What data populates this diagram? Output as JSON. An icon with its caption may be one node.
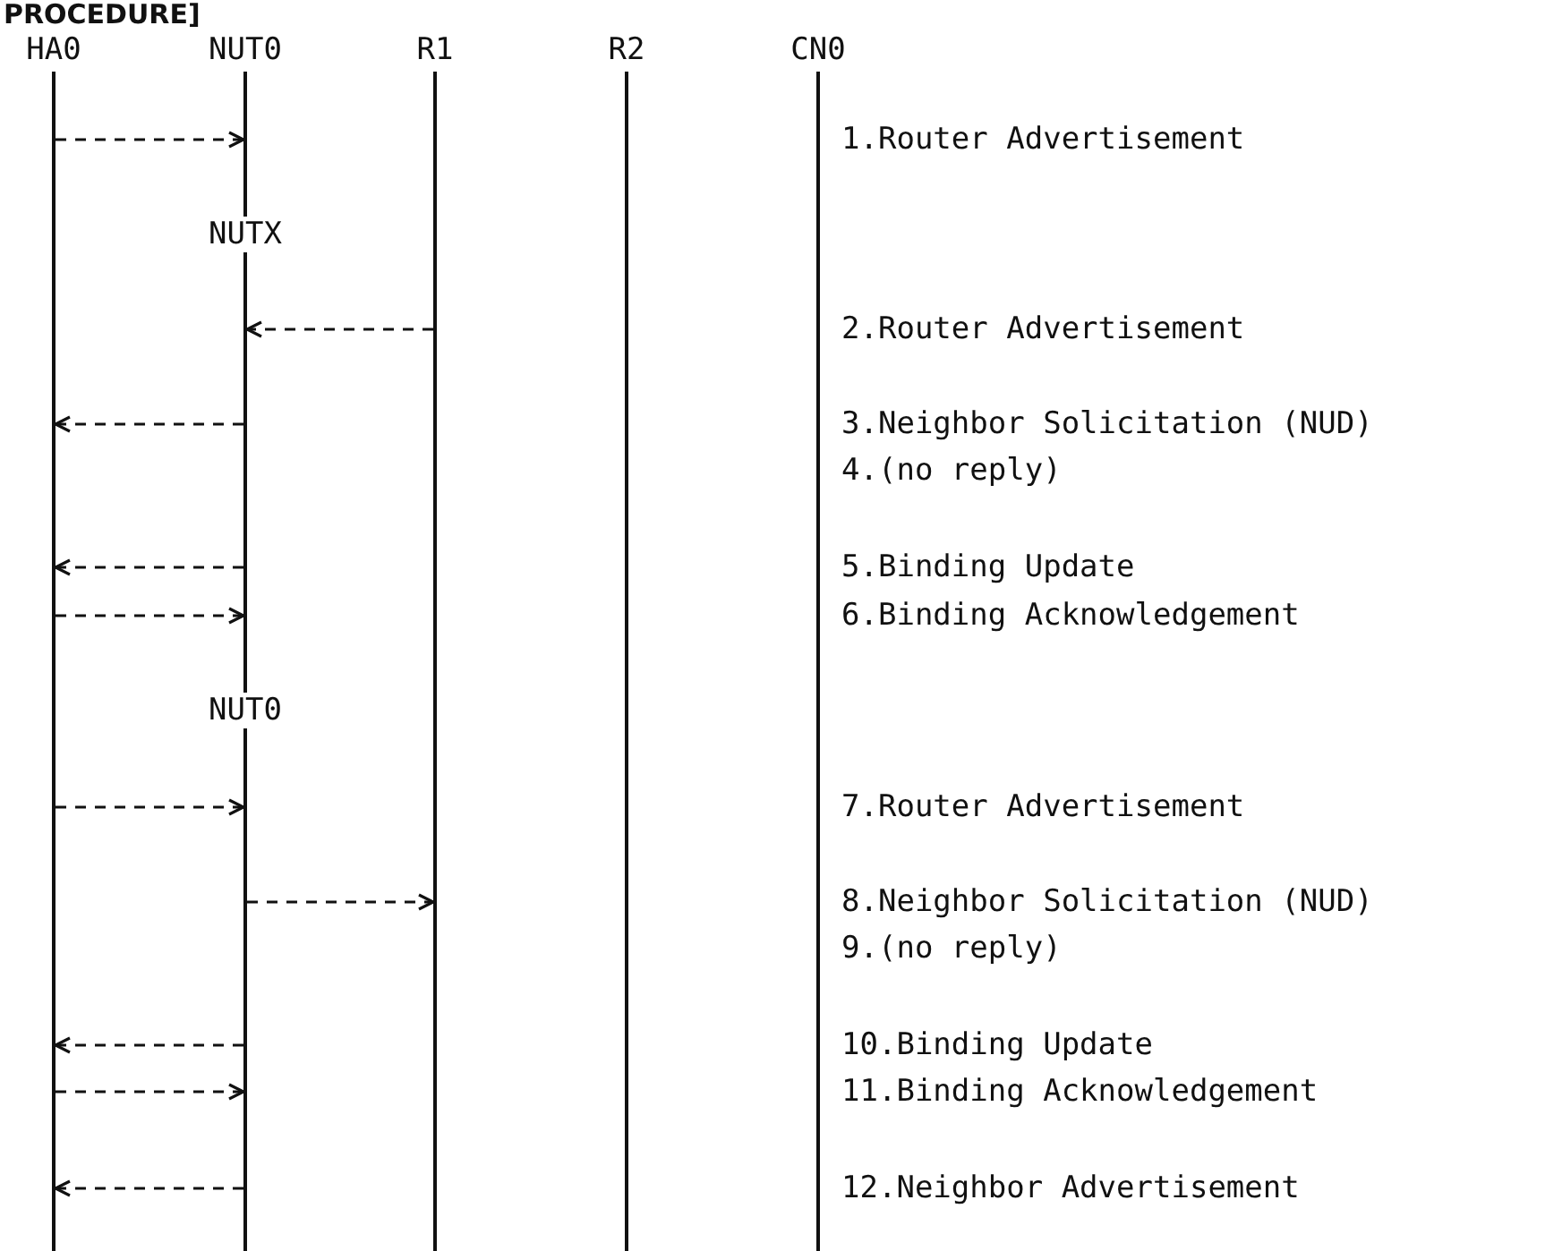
{
  "diagram": {
    "title": "PROCEDURE]",
    "nodes": [
      {
        "text": [
          "HA0"
        ]
      },
      {
        "text": [
          "NUT0"
        ]
      },
      {
        "text": [
          "R1"
        ]
      },
      {
        "text": [
          "R2"
        ]
      },
      {
        "text": [
          "CN0"
        ]
      }
    ],
    "edges": [
      {
        "from": 0,
        "to": 1,
        "arrow": "to",
        "style": "dashed"
      },
      {
        "from": 2,
        "to": 1,
        "arrow": "to",
        "style": "dashed"
      },
      {
        "from": 1,
        "to": 0,
        "arrow": "to",
        "style": "dashed"
      },
      {
        "from": 1,
        "to": 0,
        "arrow": "to",
        "style": "dashed"
      },
      {
        "from": 0,
        "to": 1,
        "arrow": "to",
        "style": "dashed"
      },
      {
        "from": 0,
        "to": 1,
        "arrow": "to",
        "style": "dashed"
      },
      {
        "from": 1,
        "to": 2,
        "arrow": "to",
        "style": "dashed"
      },
      {
        "from": 1,
        "to": 0,
        "arrow": "to",
        "style": "dashed"
      },
      {
        "from": 0,
        "to": 1,
        "arrow": "to",
        "style": "dashed"
      },
      {
        "from": 1,
        "to": 0,
        "arrow": "to",
        "style": "dashed"
      }
    ],
    "labels": [
      "1.Router Advertisement",
      "NUTX",
      "2.Router Advertisement",
      "3.Neighbor Solicitation (NUD)",
      "4.(no reply)",
      "5.Binding Update",
      "6.Binding Acknowledgement",
      "NUT0",
      "7.Router Advertisement",
      "8.Neighbor Solicitation (NUD)",
      "9.(no reply)",
      "10.Binding Update",
      "11.Binding Acknowledgement",
      "12.Neighbor Advertisement"
    ]
  }
}
